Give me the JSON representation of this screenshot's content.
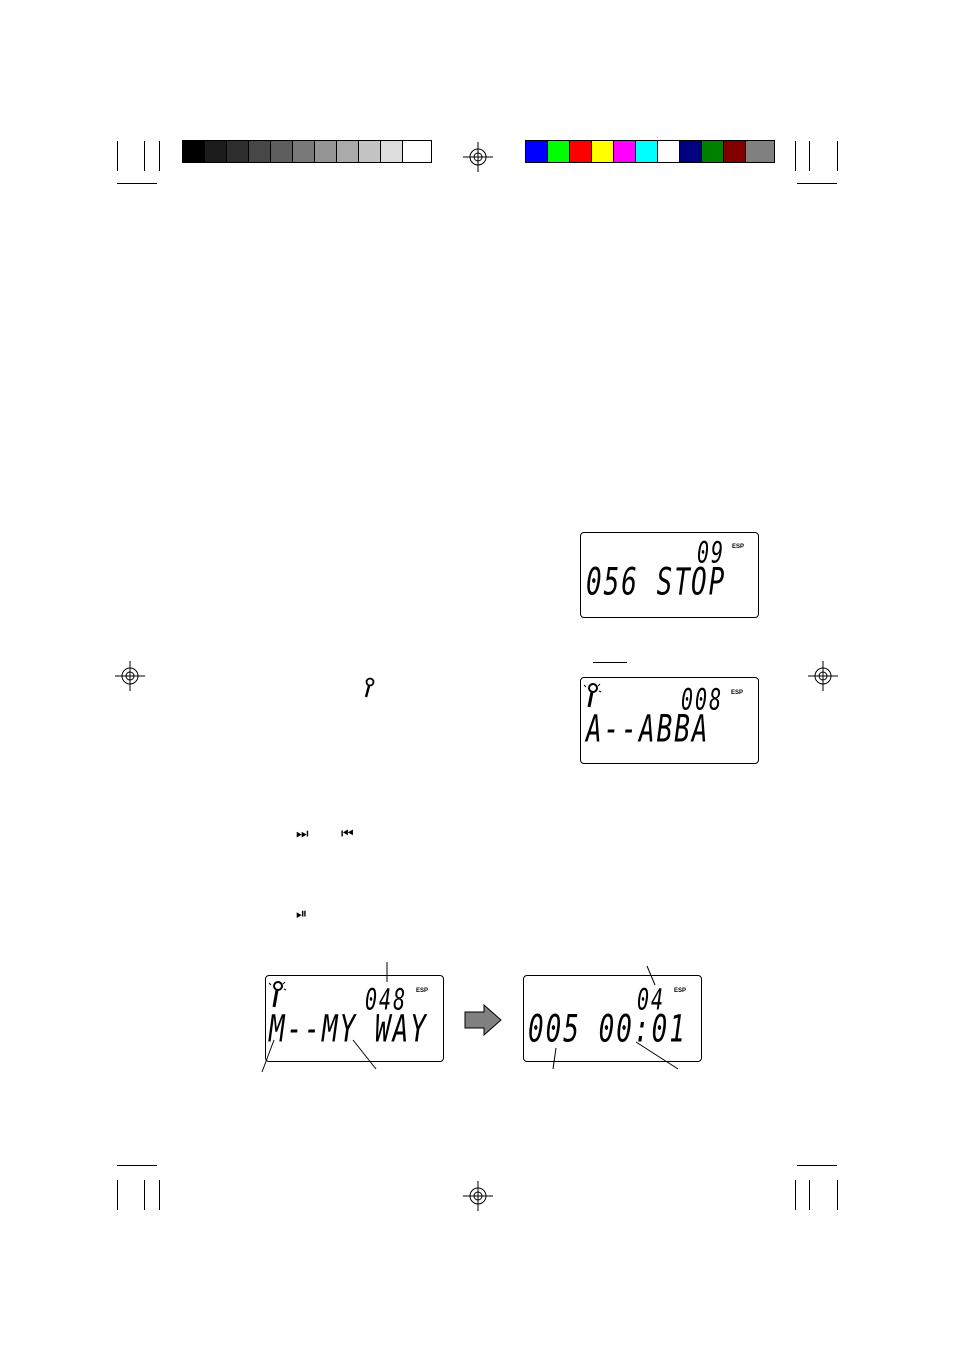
{
  "print_marks": {
    "gray_swatches": [
      "#000000",
      "#1c1c1c",
      "#2e2e2e",
      "#474747",
      "#5e5e5e",
      "#797979",
      "#949494",
      "#aaaaaa",
      "#c4c4c4",
      "#dddddd",
      "#ffffff"
    ],
    "color_swatches": [
      "#0000ff",
      "#00ff00",
      "#ff0000",
      "#ffff00",
      "#ff00ff",
      "#00ffff",
      "#ffffff",
      "#000080",
      "#008000",
      "#800000",
      "#808080"
    ]
  },
  "displays": {
    "stop": {
      "number": "09",
      "main": "056 ST",
      "main2": "OP",
      "badge": "ESP"
    },
    "abba": {
      "number": "008",
      "main": "A--ABBA",
      "badge": "ESP"
    },
    "myway": {
      "number": "048",
      "main": "M--MY WAY",
      "badge": "ESP"
    },
    "time": {
      "number": "04",
      "main": "005 00:01",
      "badge": "ESP"
    }
  },
  "icons": {
    "memory": "microphone-icon",
    "next": "skip-next-icon",
    "prev": "skip-previous-icon",
    "play_pause": "play-pause-icon",
    "arrow": "right-arrow-icon"
  },
  "glyphs": {
    "next": "⏭",
    "prev": "⏮",
    "play_pause": "⏯"
  }
}
